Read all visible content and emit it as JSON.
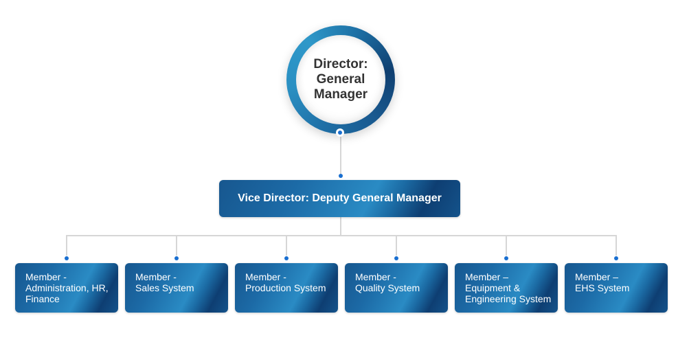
{
  "director": {
    "label": "Director:\nGeneral\nManager"
  },
  "vice_director": {
    "label": "Vice Director: Deputy General Manager"
  },
  "members": [
    {
      "label": "Member -\nAdministration, HR,\nFinance"
    },
    {
      "label": "Member -\nSales System"
    },
    {
      "label": "Member -\nProduction System"
    },
    {
      "label": "Member -\nQuality System"
    },
    {
      "label": "Member –\nEquipment &\nEngineering System"
    },
    {
      "label": "Member –\nEHS System"
    }
  ],
  "colors": {
    "accent": "#1a6fd0",
    "box_dark": "#0e3e72",
    "box_light": "#2a8bc4",
    "connector": "#d6d6d6",
    "text_dark": "#333333"
  }
}
